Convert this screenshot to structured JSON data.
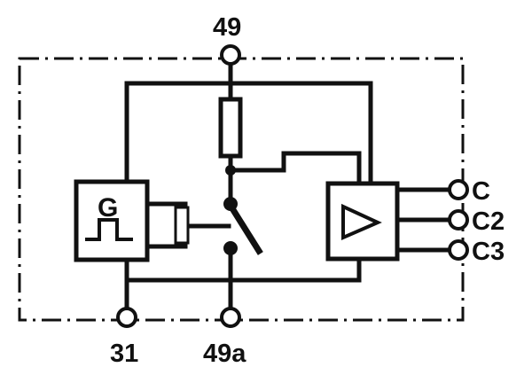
{
  "diagram": {
    "terminals": {
      "top": "49",
      "bottom_left": "31",
      "bottom_right": "49a",
      "right_1": "C",
      "right_2": "C2",
      "right_3": "C3"
    },
    "generator_block": {
      "label": "G",
      "symbol": "pulse-waveform-icon"
    },
    "amplifier_block": {
      "symbol": "triangle-amplifier-icon"
    },
    "colors": {
      "ink": "#111111",
      "background": "#ffffff"
    }
  }
}
